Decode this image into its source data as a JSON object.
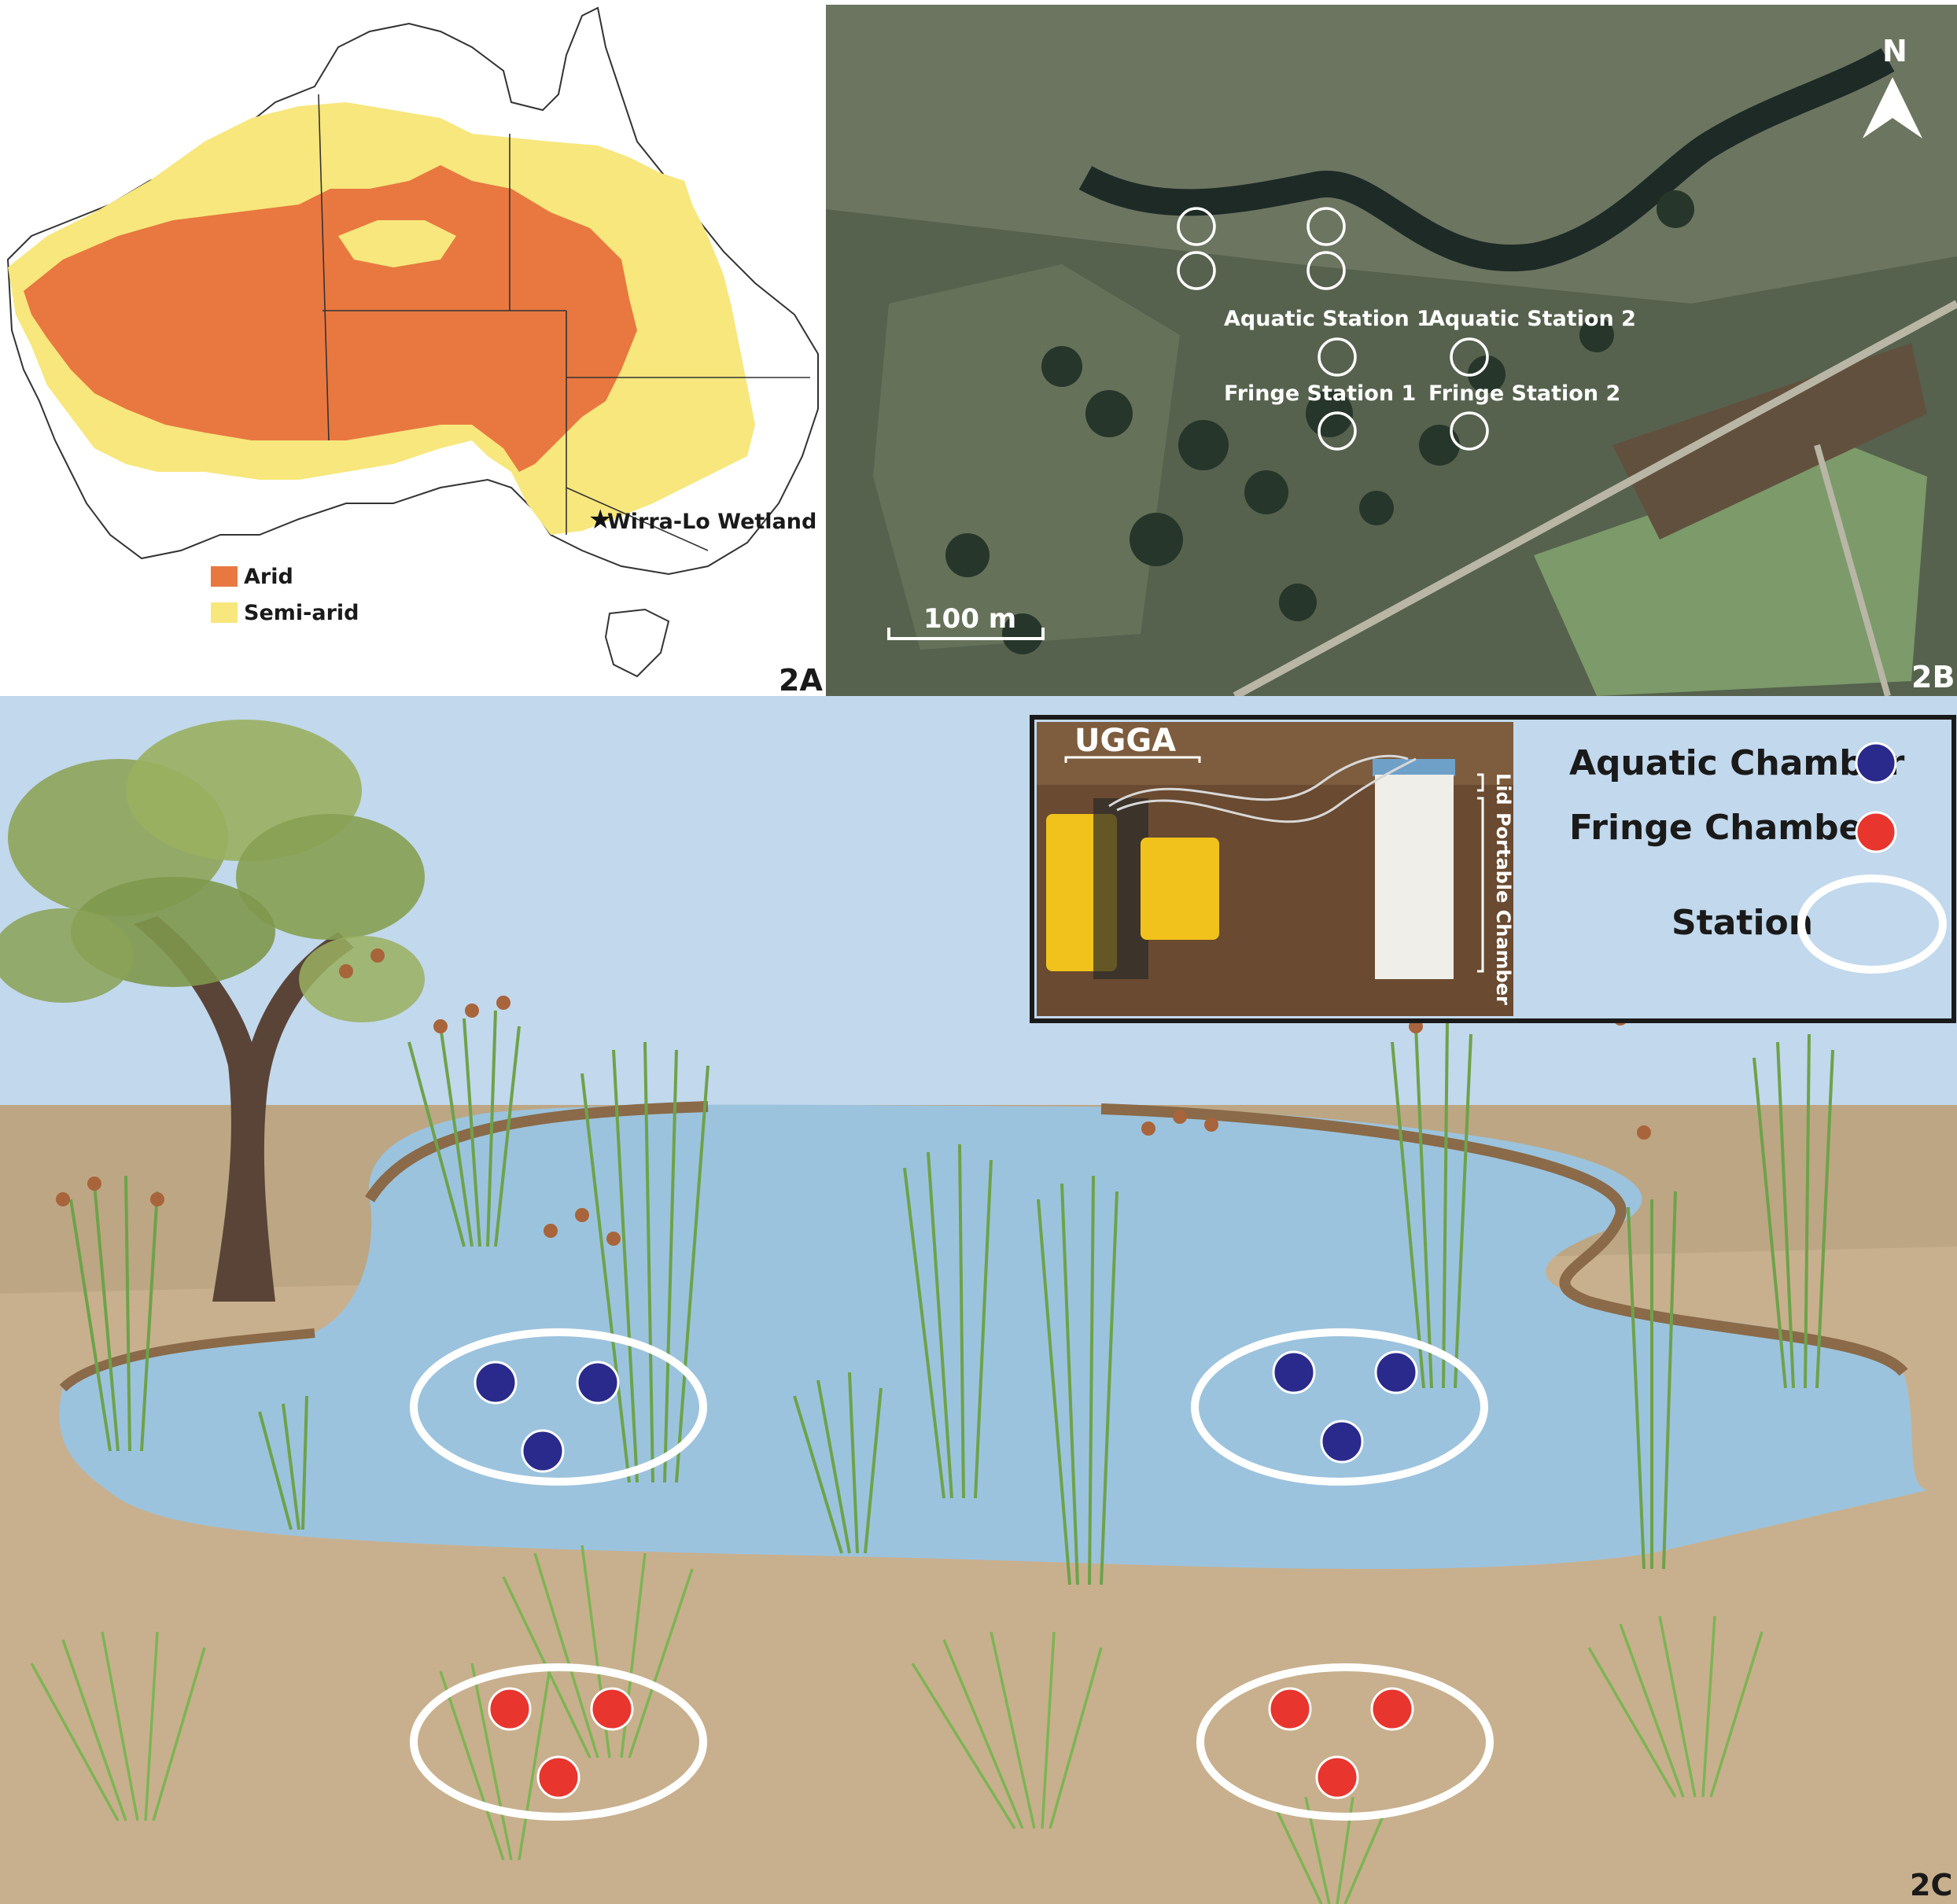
{
  "panel_a": {
    "panel_label": "2A",
    "site_label": "Wirra-Lo Wetland",
    "legend": [
      {
        "label": "Arid",
        "color": "#e87840"
      },
      {
        "label": "Semi-arid",
        "color": "#f7e77c"
      }
    ]
  },
  "panel_b": {
    "panel_label": "2B",
    "north_label": "N",
    "scale_label": "100 m",
    "stations": [
      {
        "label": "Aquatic Station 1"
      },
      {
        "label": "Aquatic Station 2"
      },
      {
        "label": "Fringe Station 1"
      },
      {
        "label": "Fringe Station 2"
      }
    ]
  },
  "panel_c": {
    "panel_label": "2C",
    "inset": {
      "device_label": "UGGA",
      "lid_label": "Lid",
      "chamber_label": "Portable Chamber"
    },
    "legend": [
      {
        "label": "Aquatic Chamber",
        "color": "#2a2a8c"
      },
      {
        "label": "Fringe Chamber",
        "color": "#e8352e"
      },
      {
        "label": "Station",
        "color": "#ffffff"
      }
    ]
  }
}
